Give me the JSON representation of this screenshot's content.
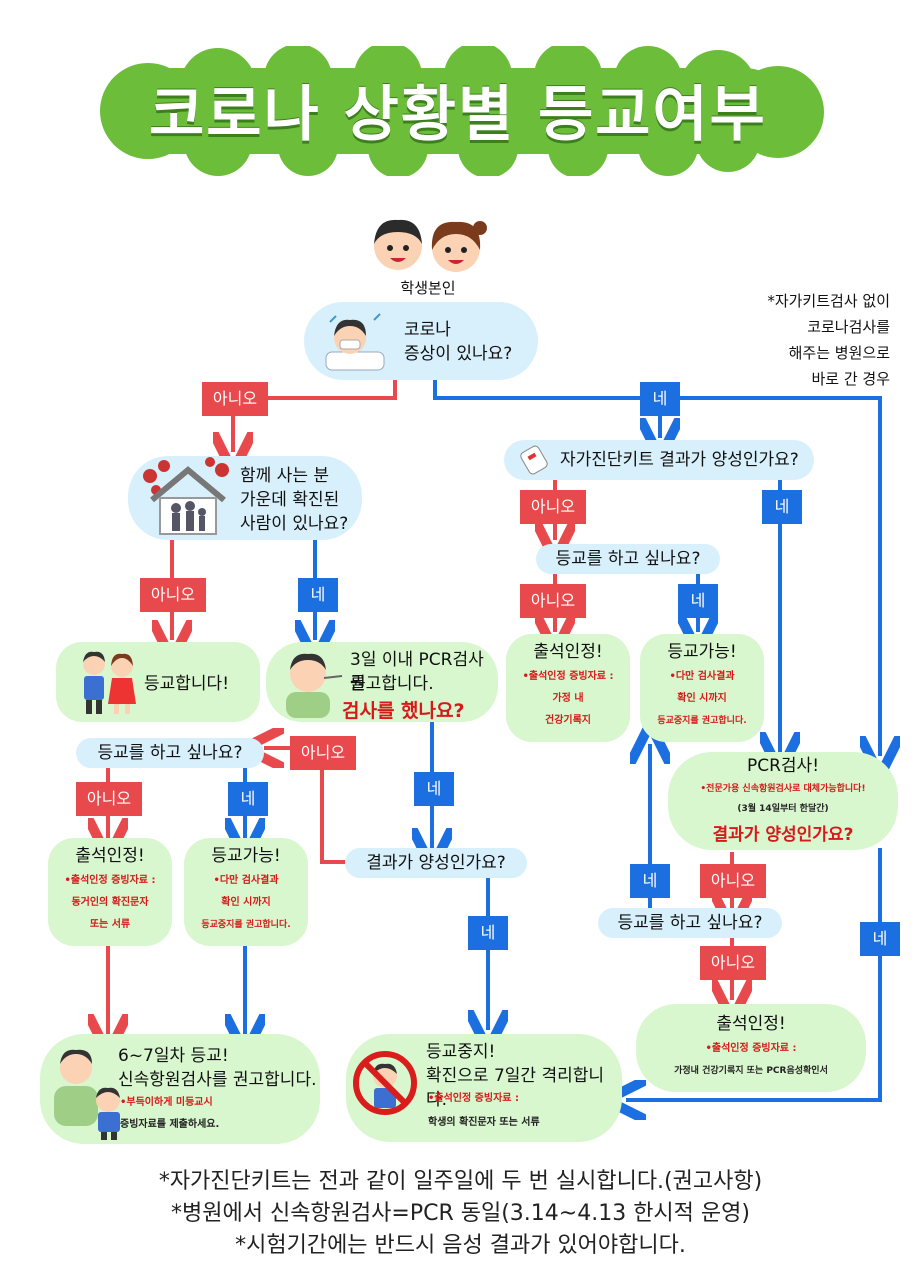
{
  "title": "코로나 상황별 등교여부",
  "student_label": "학생본인",
  "side_note": [
    "*자가키트검사 없이",
    "코로나검사를",
    "해주는 병원으로",
    "바로 간 경우"
  ],
  "labels": {
    "no": "아니오",
    "yes": "네"
  },
  "nodes": {
    "q_symptom": [
      "코로나",
      "증상이 있나요?"
    ],
    "q_household": [
      "함께 사는 분",
      "가운데 확진된",
      "사람이 있나요?"
    ],
    "q_kit": "자가진단키트 결과가 양성인가요?",
    "q_want_right": "등교를 하고 싶나요?",
    "attend_right": {
      "title": "출석인정!",
      "notes": [
        "•출석인정 증빙자료 :",
        "가정 내",
        "건강기록지"
      ]
    },
    "canattend_right": {
      "title": "등교가능!",
      "notes": [
        "•다만 검사결과",
        "확인 시까지",
        "등교중지를 권고합니다."
      ]
    },
    "go_school": "등교합니다!",
    "pcr_recommend": {
      "lines": [
        "3일 이내 PCR검사를",
        "권고합니다."
      ],
      "question": "검사를 했나요?"
    },
    "q_want_left": "등교를 하고 싶나요?",
    "attend_left": {
      "title": "출석인정!",
      "notes": [
        "•출석인정 증빙자료 :",
        "동거인의 확진문자",
        "또는 서류"
      ]
    },
    "canattend_left": {
      "title": "등교가능!",
      "notes": [
        "•다만 검사결과",
        "확인 시까지",
        "등교중지를 권고합니다."
      ]
    },
    "q_result": "결과가 양성인가요?",
    "pcr": {
      "title": "PCR검사!",
      "notes": [
        "•전문가용 신속항원검사로 대체가능합니다!",
        "(3월 14일부터 한달간)"
      ],
      "question": "결과가 양성인가요?"
    },
    "q_want_pcr": "등교를 하고 싶나요?",
    "attend_pcr": {
      "title": "출석인정!",
      "notes": [
        "•출석인정 증빙자료 :",
        "가정내 건강기록지 또는 PCR음성확인서"
      ]
    },
    "day67": {
      "lines": [
        "6~7일차 등교!",
        "신속항원검사를 권고합니다."
      ],
      "notes": [
        "•부득이하게 미등교시",
        "증빙자료를 제출하세요."
      ]
    },
    "stop": {
      "lines": [
        "등교중지!",
        "확진으로 7일간 격리합니다."
      ],
      "notes": [
        "•출석인정 증빙자료 :",
        "학생의 확진문자 또는 서류"
      ]
    }
  },
  "bottom_notes": [
    "*자가진단키트는 전과 같이 일주일에 두 번 실시합니다.(권고사항)",
    "*병원에서 신속항원검사=PCR 동일(3.14~4.13 한시적 운영)",
    "*시험기간에는 반드시 음성 결과가 있어야합니다."
  ],
  "colors": {
    "red": "#e8494c",
    "blue": "#1c6fe0",
    "green_title": "#6cbd3a",
    "pill_blue": "#d8f0fb",
    "box_green": "#d9f7cf"
  }
}
